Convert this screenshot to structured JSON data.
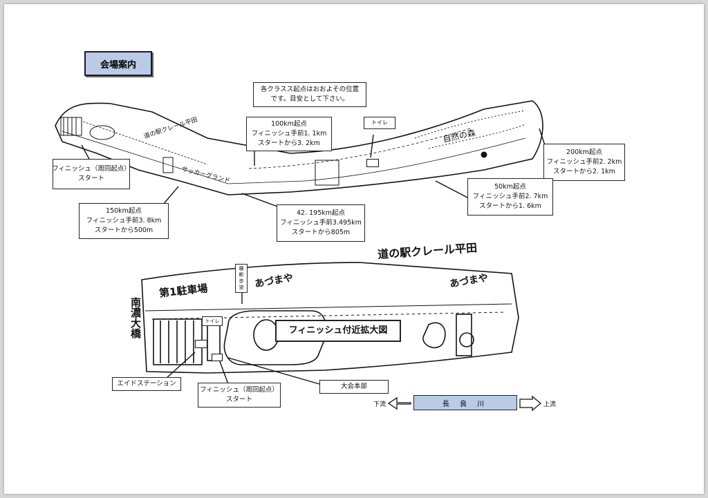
{
  "title": "会場案内",
  "note": [
    "各クラスス起点はおおよその位置",
    "です。目安として下さい。"
  ],
  "callouts": {
    "c100": [
      "100km起点",
      "フィニッシュ手前1. 1km",
      "スタートから3. 2km"
    ],
    "toilet_top": "トイレ",
    "c200": [
      "200km起点",
      "フィニッシュ手前2. 2km",
      "スタートから2. 1km"
    ],
    "finish_top": [
      "フィニッシュ（周回起点）",
      "スタート"
    ],
    "c50": [
      "50km起点",
      "フィニッシュ手前2. 7km",
      "スタートから1. 6km"
    ],
    "c150": [
      "150km起点",
      "フィニッシュ手前3. 8km",
      "スタートから500m"
    ],
    "cmarathon": [
      "42. 195km起点",
      "フィニッシュ手前3.495km",
      "スタートから805m"
    ],
    "aid": "エイドステーション",
    "finish_bottom": [
      "フィニッシュ（周回起点）",
      "スタート"
    ],
    "hq": "大会本部",
    "zoom_title": "フィニッシュ付近拡大図",
    "crosswalk": [
      "横",
      "断",
      "歩",
      "道"
    ],
    "toilet_bottom": "トイレ"
  },
  "map_labels": {
    "michinoeki_top": "道の駅クレール平田",
    "shizen": "自然の森",
    "michinoeki_bottom": "道の駅クレール平田",
    "parking": "第1駐車場",
    "azumaya1": "あづまや",
    "azumaya2": "あづまや",
    "bridge": "南濃大橋",
    "soccer": "サッカーグランド"
  },
  "river": {
    "name": "長 良 川",
    "downstream": "下流",
    "upstream": "上流"
  }
}
